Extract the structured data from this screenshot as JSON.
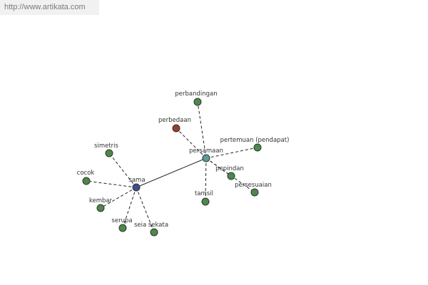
{
  "banner": {
    "url_text": "http://www.artikata.com"
  },
  "colors": {
    "synonym": "#4a8a4a",
    "antonym": "#9b3b33",
    "focus": "#3b4f8f",
    "hub": "#5a9e9a"
  },
  "graph": {
    "nodes": [
      {
        "id": "sama",
        "label": "sama",
        "kind": "focus"
      },
      {
        "id": "persamaan",
        "label": "persamaan",
        "kind": "hub"
      },
      {
        "id": "perbandingan",
        "label": "perbandingan",
        "kind": "synonym"
      },
      {
        "id": "perbedaan",
        "label": "perbedaan",
        "kind": "antonym"
      },
      {
        "id": "pertemuan",
        "label": "pertemuan (pendapat)",
        "kind": "synonym"
      },
      {
        "id": "pepindan",
        "label": "pepindan",
        "kind": "synonym"
      },
      {
        "id": "persesuaian",
        "label": "persesuaian",
        "kind": "synonym"
      },
      {
        "id": "tamsil",
        "label": "tamsil",
        "kind": "synonym"
      },
      {
        "id": "simetris",
        "label": "simetris",
        "kind": "synonym"
      },
      {
        "id": "cocok",
        "label": "cocok",
        "kind": "synonym"
      },
      {
        "id": "kembar",
        "label": "kembar",
        "kind": "synonym"
      },
      {
        "id": "serupa",
        "label": "serupa",
        "kind": "synonym"
      },
      {
        "id": "seia_sekata",
        "label": "seia sekata",
        "kind": "synonym"
      }
    ],
    "edges": [
      {
        "from": "sama",
        "to": "persamaan",
        "style": "solid"
      },
      {
        "from": "persamaan",
        "to": "perbandingan",
        "style": "dashed"
      },
      {
        "from": "persamaan",
        "to": "perbedaan",
        "style": "dashed"
      },
      {
        "from": "persamaan",
        "to": "pertemuan",
        "style": "dashed"
      },
      {
        "from": "persamaan",
        "to": "pepindan",
        "style": "dashed"
      },
      {
        "from": "persamaan",
        "to": "persesuaian",
        "style": "dashed"
      },
      {
        "from": "persamaan",
        "to": "tamsil",
        "style": "dashed"
      },
      {
        "from": "sama",
        "to": "simetris",
        "style": "dashed"
      },
      {
        "from": "sama",
        "to": "cocok",
        "style": "dashed"
      },
      {
        "from": "sama",
        "to": "kembar",
        "style": "dashed"
      },
      {
        "from": "sama",
        "to": "serupa",
        "style": "dashed"
      },
      {
        "from": "sama",
        "to": "seia_sekata",
        "style": "dashed"
      }
    ]
  }
}
